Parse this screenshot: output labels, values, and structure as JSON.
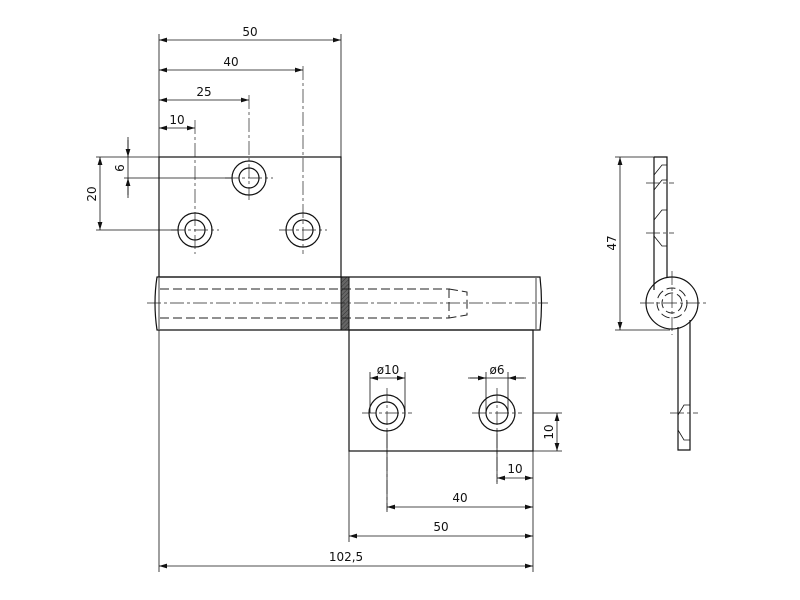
{
  "drawing": {
    "front_view": {
      "dims": {
        "d50_top": "50",
        "d40_top": "40",
        "d25": "25",
        "d10_top": "10",
        "d20": "20",
        "d6": "6",
        "dia10": "ø10",
        "dia6": "ø6",
        "d10_right": "10",
        "d10_bottom": "10",
        "d40_bottom": "40",
        "d50_bottom": "50",
        "d_overall": "102,5"
      }
    },
    "side_view": {
      "dims": {
        "d47": "47"
      }
    }
  }
}
